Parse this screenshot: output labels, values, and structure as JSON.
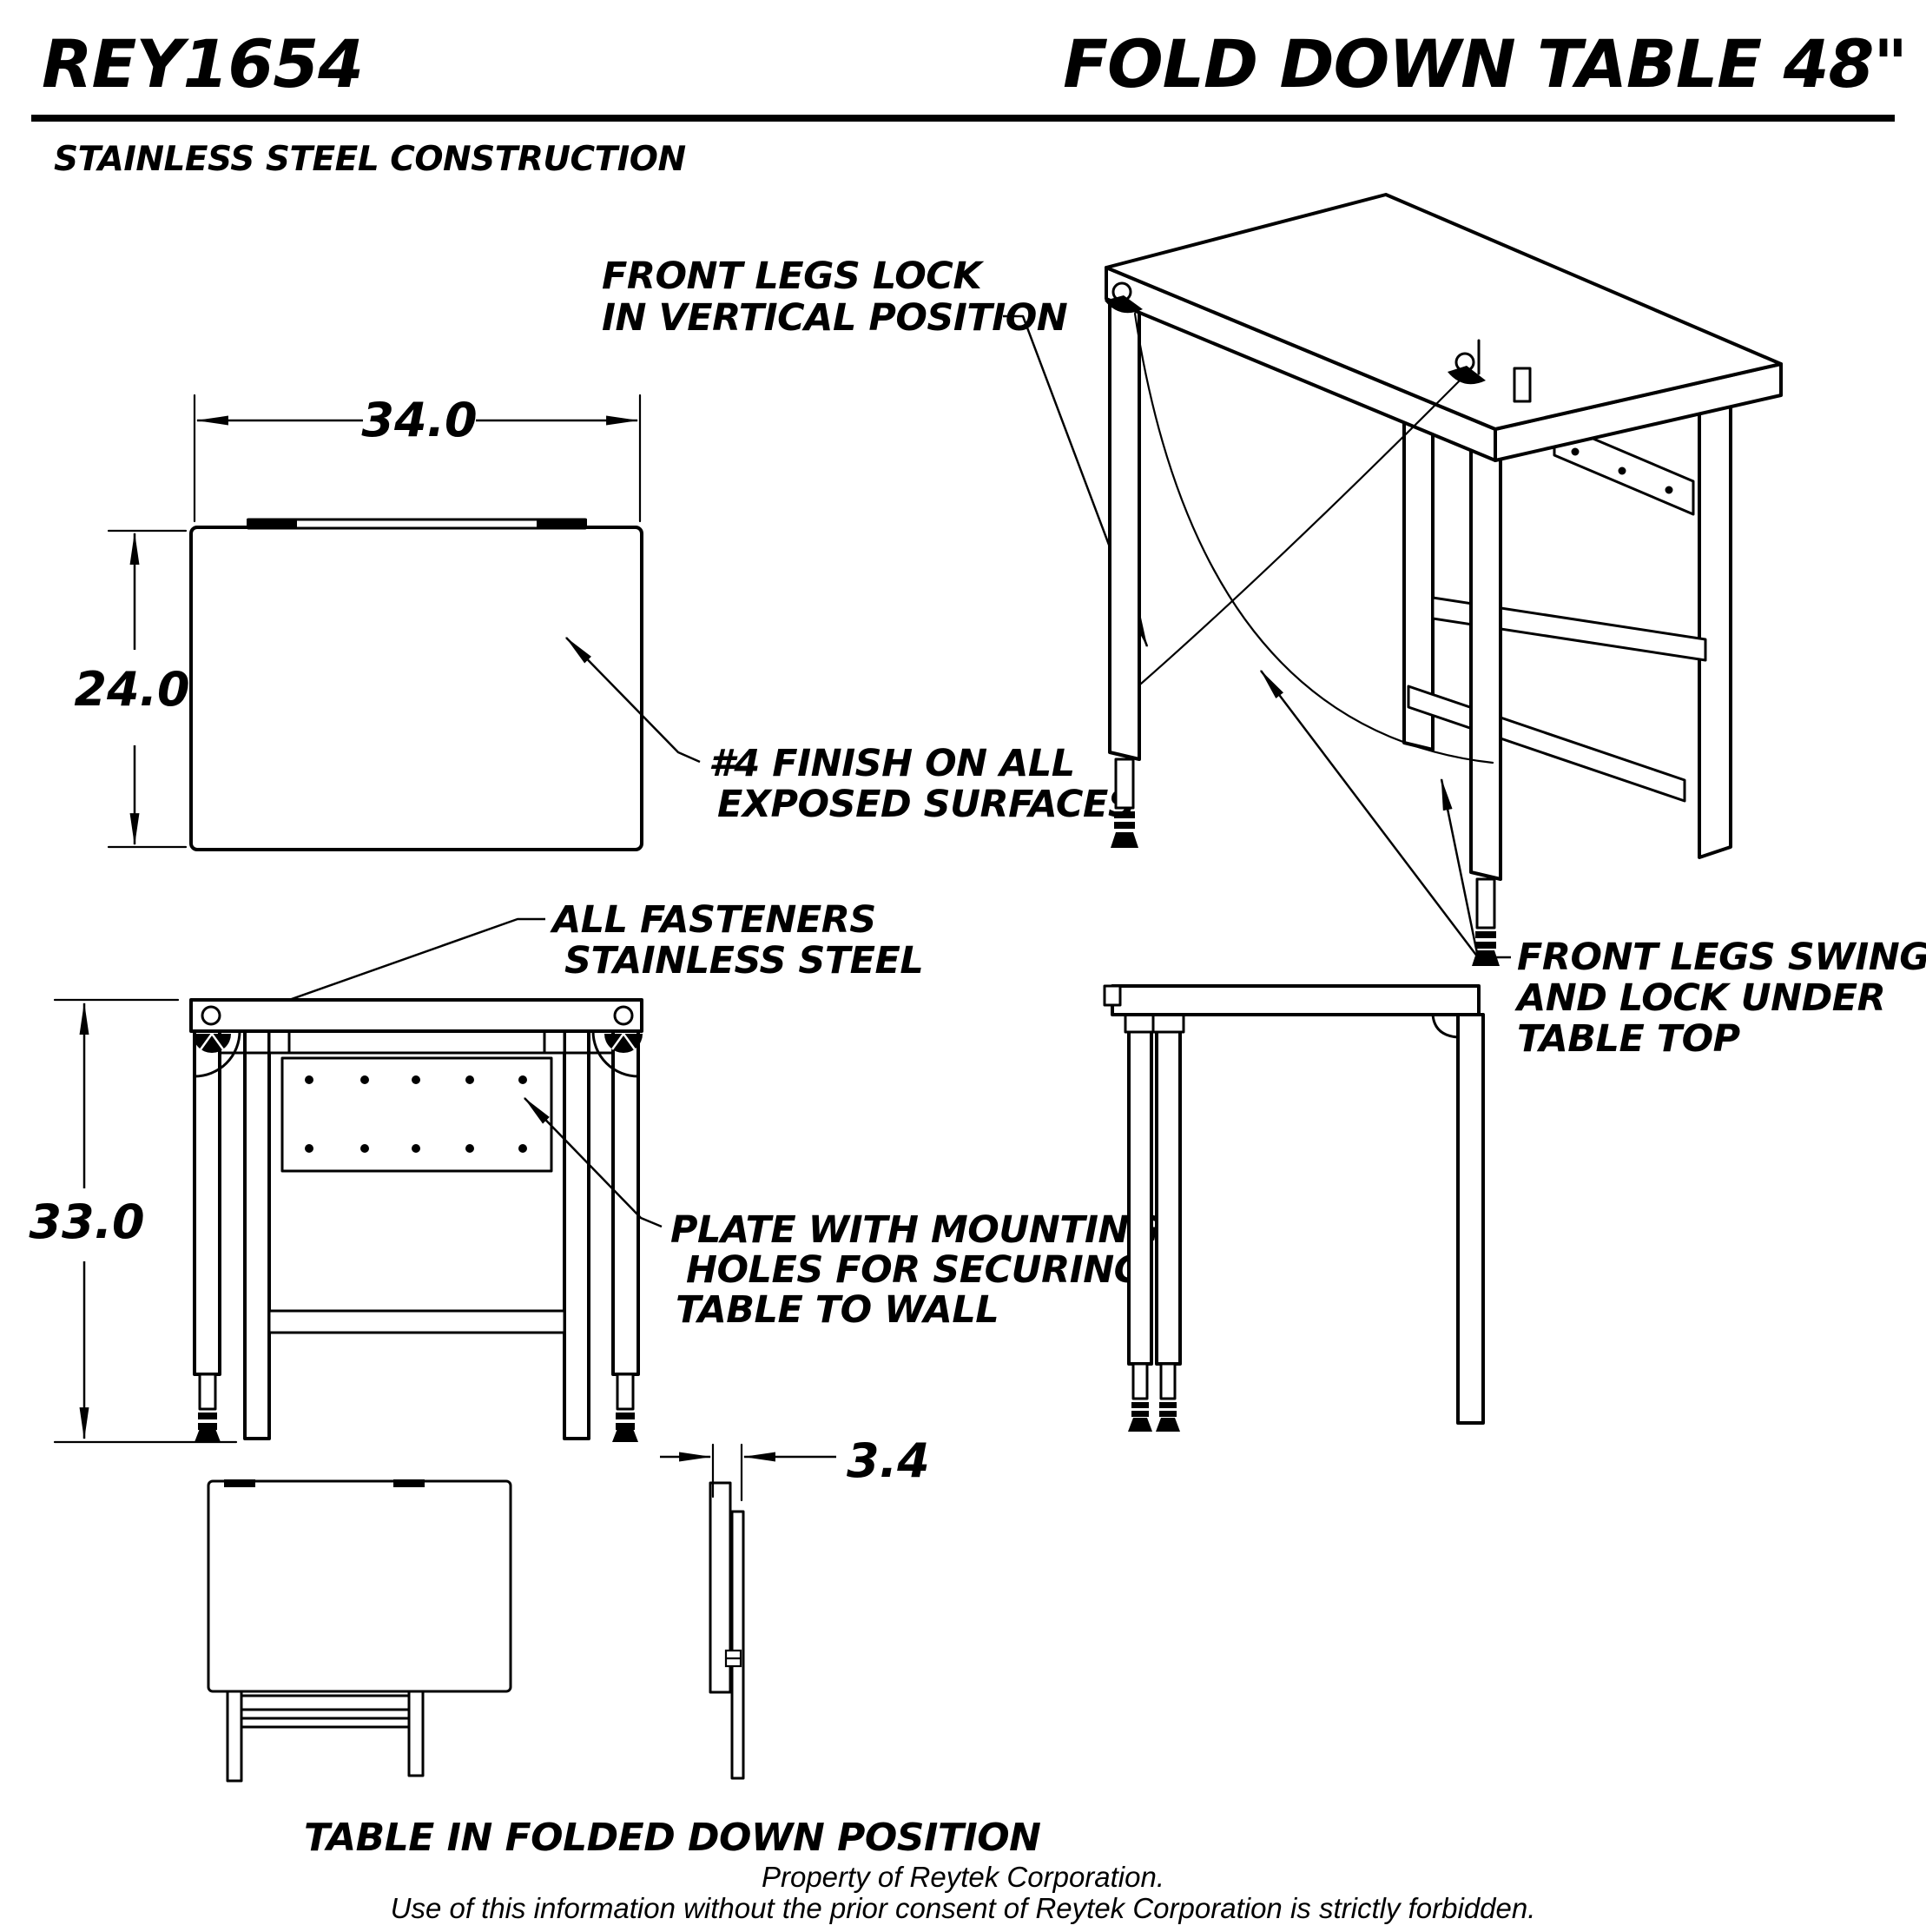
{
  "header": {
    "part_number": "REY1654",
    "title": "FOLD DOWN TABLE 48\"",
    "subtitle": "STAINLESS STEEL CONSTRUCTION"
  },
  "dimensions": {
    "top_width_in": "34.0",
    "top_depth_in": "24.0",
    "overall_height_in": "33.0",
    "folded_thickness_in": "3.4"
  },
  "annotations": {
    "front_legs_lock": {
      "lines": [
        "FRONT LEGS LOCK",
        "IN VERTICAL POSITION"
      ]
    },
    "finish": {
      "lines": [
        "#4 FINISH ON ALL",
        "EXPOSED SURFACES"
      ]
    },
    "fasteners": {
      "lines": [
        "ALL FASTENERS",
        "STAINLESS STEEL"
      ]
    },
    "mounting_plate": {
      "lines": [
        "PLATE WITH MOUNTING",
        "HOLES FOR SECURING",
        "TABLE TO WALL"
      ]
    },
    "legs_swing": {
      "lines": [
        "FRONT LEGS SWING UP",
        "AND LOCK UNDER",
        "TABLE TOP"
      ]
    }
  },
  "captions": {
    "folded_view": "TABLE IN FOLDED DOWN POSITION"
  },
  "footer": {
    "line1": "Property of Reytek Corporation.",
    "line2": "Use of this information without the prior consent of Reytek Corporation is strictly forbidden."
  },
  "colors": {
    "ink": "#000000",
    "paper": "#ffffff"
  }
}
